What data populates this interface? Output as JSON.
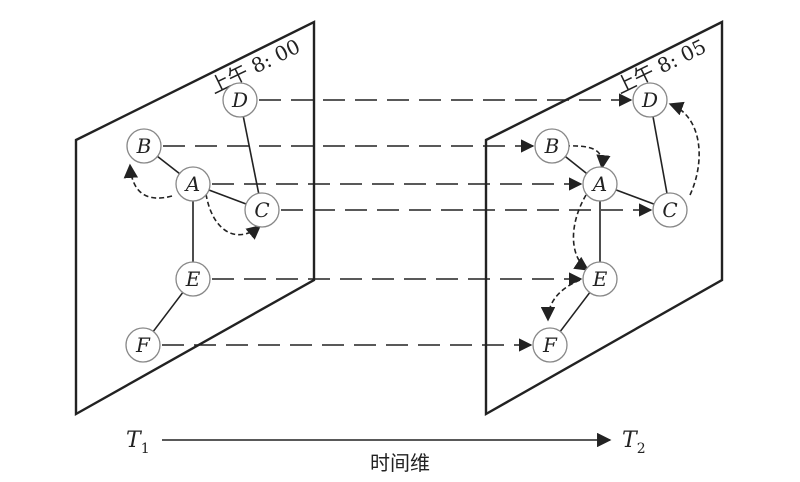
{
  "frames": {
    "left": {
      "time_label": "上午 8: 00"
    },
    "right": {
      "time_label": "上午 8: 05"
    }
  },
  "nodes": [
    {
      "id": "A",
      "label": "A"
    },
    {
      "id": "B",
      "label": "B"
    },
    {
      "id": "C",
      "label": "C"
    },
    {
      "id": "D",
      "label": "D"
    },
    {
      "id": "E",
      "label": "E"
    },
    {
      "id": "F",
      "label": "F"
    }
  ],
  "edges": [
    [
      "A",
      "B"
    ],
    [
      "A",
      "C"
    ],
    [
      "C",
      "D"
    ],
    [
      "A",
      "E"
    ],
    [
      "E",
      "F"
    ]
  ],
  "axis": {
    "start": "T",
    "start_sub": "1",
    "end": "T",
    "end_sub": "2",
    "caption": "时间维"
  },
  "colors": {
    "line": "#222222",
    "frame_fill": "#ffffff"
  }
}
